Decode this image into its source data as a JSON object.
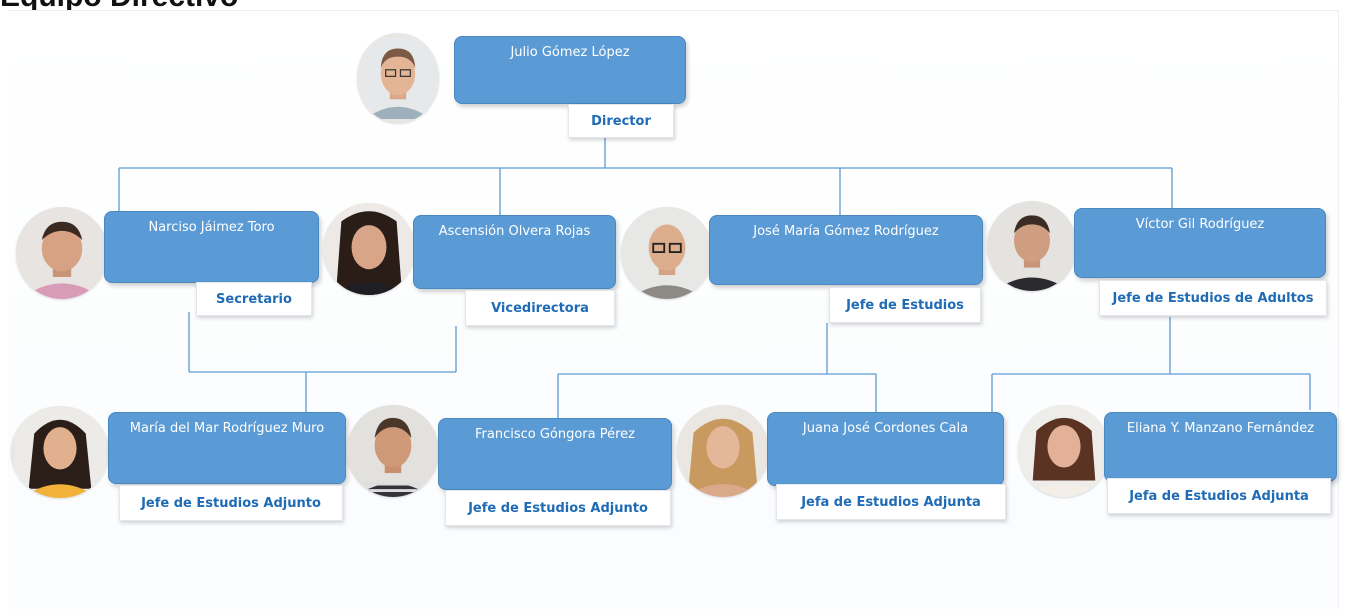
{
  "header": {
    "title": "Equipo Directivo"
  },
  "colors": {
    "box_fill": "#5b9bd5",
    "role_text": "#1f6bb5",
    "connector": "#5b9bd5"
  },
  "members": [
    {
      "name": "Julio Gómez López",
      "role": "Director"
    },
    {
      "name": "Narciso Jáimez Toro",
      "role": "Secretario"
    },
    {
      "name": "Ascensión Olvera Rojas",
      "role": "Vicedirectora"
    },
    {
      "name": "José María Gómez Rodríguez",
      "role": "Jefe de Estudios"
    },
    {
      "name": "Víctor Gil Rodríguez",
      "role": "Jefe de Estudios de Adultos"
    },
    {
      "name": "María del Mar Rodríguez Muro",
      "role": "Jefe de Estudios Adjunto"
    },
    {
      "name": "Francisco Góngora Pérez",
      "role": "Jefe de Estudios Adjunto"
    },
    {
      "name": "Juana José Cordones Cala",
      "role": "Jefa de Estudios Adjunta"
    },
    {
      "name": "Eliana Y. Manzano Fernández",
      "role": "Jefa de Estudios Adjunta"
    }
  ]
}
